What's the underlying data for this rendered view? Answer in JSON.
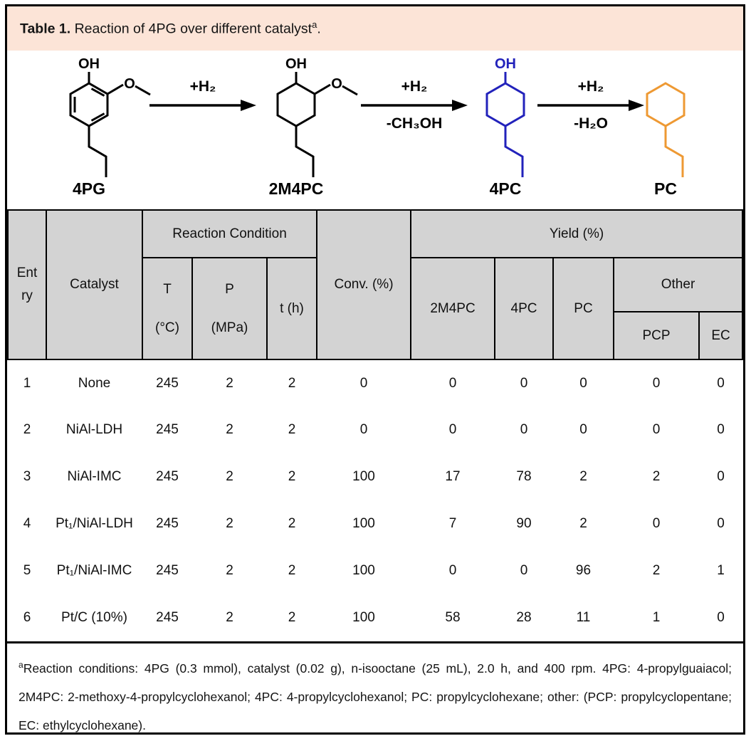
{
  "title": {
    "bold": "Table 1.",
    "text": " Reaction of 4PG over different catalyst",
    "superscript": "a",
    "suffix": "."
  },
  "colors": {
    "title_band_bg": "#fce4d7",
    "header_bg": "#d3d3d3",
    "molecule_4pc_blue": "#2222bb",
    "molecule_pc_orange": "#ee9933"
  },
  "scheme": {
    "molecules": [
      {
        "label": "4PG",
        "oh": "OH",
        "o": "O"
      },
      {
        "label": "2M4PC",
        "oh": "OH",
        "o": "O"
      },
      {
        "label": "4PC",
        "oh": "OH"
      },
      {
        "label": "PC"
      }
    ],
    "arrows": [
      {
        "above": "+H₂",
        "below": ""
      },
      {
        "above": "+H₂",
        "below": "-CH₃OH"
      },
      {
        "above": "+H₂",
        "below": "-H₂O"
      }
    ]
  },
  "table": {
    "headers": {
      "entry": "Entry",
      "catalyst": "Catalyst",
      "reaction_condition": "Reaction Condition",
      "t_line1": "T",
      "t_line2": "(°C)",
      "p_line1": "P",
      "p_line2": "(MPa)",
      "t_h": "t (h)",
      "conv": "Conv. (%)",
      "yield": "Yield (%)",
      "m_2m4pc": "2M4PC",
      "m_4pc": "4PC",
      "m_pc": "PC",
      "other": "Other",
      "pcp": "PCP",
      "ec": "EC"
    },
    "rows": [
      [
        "1",
        "None",
        "245",
        "2",
        "2",
        "0",
        "0",
        "0",
        "0",
        "0",
        "0"
      ],
      [
        "2",
        "NiAl-LDH",
        "245",
        "2",
        "2",
        "0",
        "0",
        "0",
        "0",
        "0",
        "0"
      ],
      [
        "3",
        "NiAl-IMC",
        "245",
        "2",
        "2",
        "100",
        "17",
        "78",
        "2",
        "2",
        "0"
      ],
      [
        "4",
        "Pt₁/NiAl-LDH",
        "245",
        "2",
        "2",
        "100",
        "7",
        "90",
        "2",
        "0",
        "0"
      ],
      [
        "5",
        "Pt₁/NiAl-IMC",
        "245",
        "2",
        "2",
        "100",
        "0",
        "0",
        "96",
        "2",
        "1"
      ],
      [
        "6",
        "Pt/C (10%)",
        "245",
        "2",
        "2",
        "100",
        "58",
        "28",
        "11",
        "1",
        "0"
      ]
    ]
  },
  "footnote": {
    "superscript": "a",
    "text": "Reaction conditions: 4PG (0.3 mmol), catalyst (0.02 g), n-isooctane (25 mL), 2.0 h, and 400 rpm. 4PG: 4-propylguaiacol; 2M4PC: 2-methoxy-4-propylcyclohexanol; 4PC: 4-propylcyclohexanol; PC: propylcyclohexane; other: (PCP: propylcyclopentane; EC: ethylcyclohexane)."
  }
}
